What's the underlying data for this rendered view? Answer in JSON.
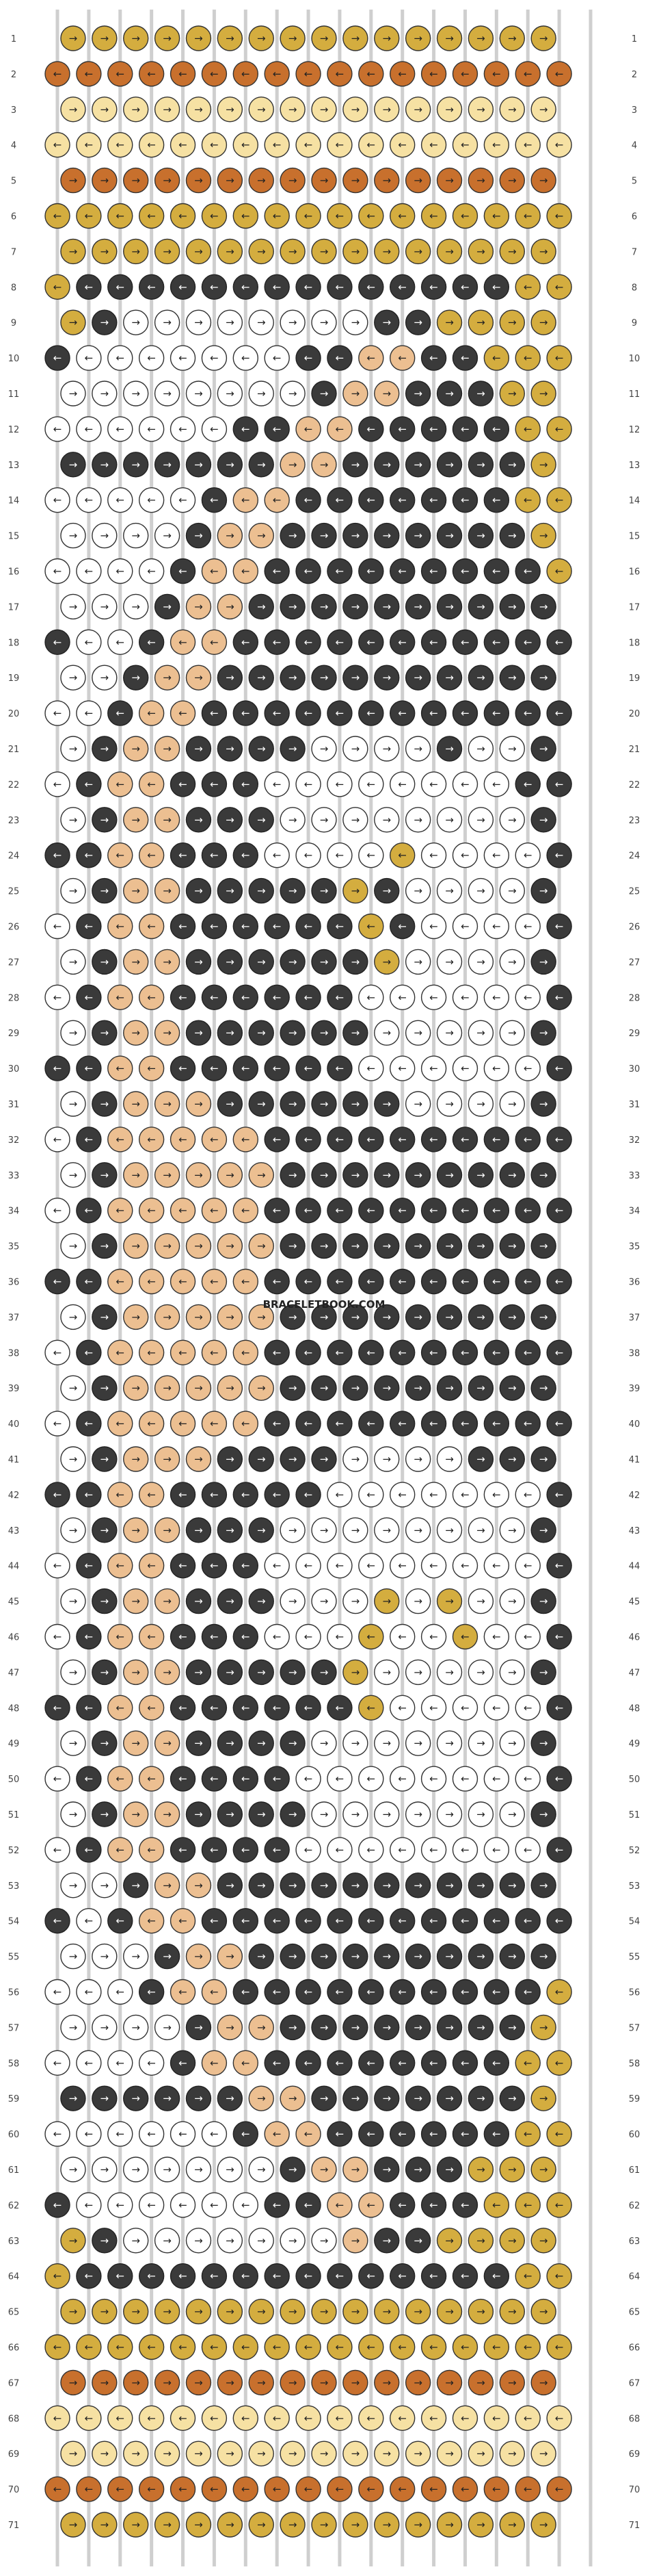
{
  "watermark": "BRACELETBOOK.COM",
  "strings": [
    {
      "color": "#ffffff"
    },
    {
      "color": "#ffffff"
    },
    {
      "color": "#ffffff"
    },
    {
      "color": "#ffffff"
    },
    {
      "color": "#ffffff"
    },
    {
      "color": "#ffffff"
    },
    {
      "color": "#ffffff"
    },
    {
      "color": "#ffffff"
    },
    {
      "color": "#ffffff"
    },
    {
      "color": "#ffffff"
    },
    {
      "color": "#ffffff"
    },
    {
      "color": "#ffffff"
    },
    {
      "color": "#ffffff"
    },
    {
      "color": "#ffffff"
    },
    {
      "color": "#ffffff"
    },
    {
      "color": "#ffffff"
    },
    {
      "color": "#ffffff"
    },
    {
      "color": "#ffffff"
    }
  ],
  "colors": {
    "gold": "#d4ad3f",
    "copper": "#c8702d",
    "cream": "#f6e1a3",
    "black": "#3a3a3a",
    "white": "#ffffff",
    "peach": "#ecbf91"
  },
  "rows": [
    {
      "label": "1",
      "knots": "GGGGGGGGGGGGGGGG",
      "dir": ">"
    },
    {
      "label": "2",
      "knots": "CCCCCCCCCCCCCCCCC",
      "dir": "<"
    },
    {
      "label": "3",
      "knots": "RRRRRRRRRRRRRRRR",
      "dir": ">"
    },
    {
      "label": "4",
      "knots": "RRRRRRRRRRRRRRRRR",
      "dir": "<"
    },
    {
      "label": "5",
      "knots": "CCCCCCCCCCCCCCCC",
      "dir": ">"
    },
    {
      "label": "6",
      "knots": "GGGGGGGGGGGGGGGGG",
      "dir": "<"
    },
    {
      "label": "7",
      "knots": "GGGGGGGGGGGGGGGG",
      "dir": ">"
    },
    {
      "label": "8",
      "knots": "GBBBBBBBBBBBBBBGG",
      "dir": "<"
    },
    {
      "label": "9",
      "knots": "GBWWWWWWWWBBGGGG",
      "dir": ">"
    },
    {
      "label": "10",
      "knots": "BWWWWWWWBBPPBBGGG",
      "dir": "<"
    },
    {
      "label": "11",
      "knots": "WWWWWWWWBPPBBBGG",
      "dir": ">"
    },
    {
      "label": "12",
      "knots": "WWWWWWBBPPBBBBBGG",
      "dir": "<"
    },
    {
      "label": "13",
      "knots": "BBBBBBBPPBBBBBBG",
      "dir": ">"
    },
    {
      "label": "14",
      "knots": "WWWWWBPPBBBBBBBGG",
      "dir": "<"
    },
    {
      "label": "15",
      "knots": "WWWWBPPBBBBBBBBG",
      "dir": ">"
    },
    {
      "label": "16",
      "knots": "WWWWBPPBBBBBBBBBG",
      "dir": "<"
    },
    {
      "label": "17",
      "knots": "WWWBPPBBBBBBBBBB",
      "dir": ">"
    },
    {
      "label": "18",
      "knots": "BWWBPPBBBBBBBBBBB",
      "dir": "<"
    },
    {
      "label": "19",
      "knots": "WWBPPBBBBBBBBBBB",
      "dir": ">"
    },
    {
      "label": "20",
      "knots": "WWBPPBBBBBBBBBBBB",
      "dir": "<"
    },
    {
      "label": "21",
      "knots": "WBPPBBBBWWWWBWWB",
      "dir": ">"
    },
    {
      "label": "22",
      "knots": "WBPPBBBWWWWWWWWBB",
      "dir": "<"
    },
    {
      "label": "23",
      "knots": "WBPPBBBWWWWWWWWB",
      "dir": ">"
    },
    {
      "label": "24",
      "knots": "BBPPBBBWWWWGWWWWB",
      "dir": "<"
    },
    {
      "label": "25",
      "knots": "WBPPBBBBBGBWWWWB",
      "dir": ">"
    },
    {
      "label": "26",
      "knots": "WBPPBBBBBBGBWWWWB",
      "dir": "<"
    },
    {
      "label": "27",
      "knots": "WBPPBBBBBBGWWWWB",
      "dir": ">"
    },
    {
      "label": "28",
      "knots": "WBPPBBBBBBWWWWWWB",
      "dir": "<"
    },
    {
      "label": "29",
      "knots": "WBPPBBBBBBWWWWWB",
      "dir": ">"
    },
    {
      "label": "30",
      "knots": "BBPPBBBBBBWWWWWWB",
      "dir": "<"
    },
    {
      "label": "31",
      "knots": "WBPPPBBBBBBWWWWB",
      "dir": ">"
    },
    {
      "label": "32",
      "knots": "WBPPPPPBBBBBBBBBB",
      "dir": "<"
    },
    {
      "label": "33",
      "knots": "WBPPPPPBBBBBBBBB",
      "dir": ">"
    },
    {
      "label": "34",
      "knots": "WBPPPPPBBBBBBBBBB",
      "dir": "<"
    },
    {
      "label": "35",
      "knots": "WBPPPPPBBBBBBBBB",
      "dir": ">"
    },
    {
      "label": "36",
      "knots": "BBPPPPPBBBBBBBBBB",
      "dir": "<"
    },
    {
      "label": "37",
      "knots": "WBPPPPPBBBBBBBBB",
      "dir": ">"
    },
    {
      "label": "38",
      "knots": "WBPPPPPBBBBBBBBBB",
      "dir": "<"
    },
    {
      "label": "39",
      "knots": "WBPPPPPBBBBBBBBB",
      "dir": ">"
    },
    {
      "label": "40",
      "knots": "WBPPPPPBBBBBBBBBB",
      "dir": "<"
    },
    {
      "label": "41",
      "knots": "WBPPPBBBBWWWWBBB",
      "dir": ">"
    },
    {
      "label": "42",
      "knots": "BBPPBBBBBWWWWWWWB",
      "dir": "<"
    },
    {
      "label": "43",
      "knots": "WBPPBBBWWWWWWWWB",
      "dir": ">"
    },
    {
      "label": "44",
      "knots": "WBPPBBBWWWWWWWWWB",
      "dir": "<"
    },
    {
      "label": "45",
      "knots": "WBPPBBBWWWGWGWWB",
      "dir": ">"
    },
    {
      "label": "46",
      "knots": "WBPPBBBWWWGWWGWWB",
      "dir": "<"
    },
    {
      "label": "47",
      "knots": "WBPPBBBBBGWWWWWB",
      "dir": ">"
    },
    {
      "label": "48",
      "knots": "BBPPBBBBBBGWWWWWB",
      "dir": "<"
    },
    {
      "label": "49",
      "knots": "WBPPBBBBWWWWWWWB",
      "dir": ">"
    },
    {
      "label": "50",
      "knots": "WBPPBBBBWWWWWWWWB",
      "dir": "<"
    },
    {
      "label": "51",
      "knots": "WBPPBBBBWWWWWWWB",
      "dir": ">"
    },
    {
      "label": "52",
      "knots": "WBPPBBBBWWWWWWWWB",
      "dir": "<"
    },
    {
      "label": "53",
      "knots": "WWBPPBBBBBBBBBBB",
      "dir": ">"
    },
    {
      "label": "54",
      "knots": "BWBPPBBBBBBBBBBBB",
      "dir": "<"
    },
    {
      "label": "55",
      "knots": "WWWBPPBBBBBBBBBB",
      "dir": ">"
    },
    {
      "label": "56",
      "knots": "WWWBPPBBBBBBBBBBG",
      "dir": "<"
    },
    {
      "label": "57",
      "knots": "WWWWBPPBBBBBBBBG",
      "dir": ">"
    },
    {
      "label": "58",
      "knots": "WWWWBPPBBBBBBBBGG",
      "dir": "<"
    },
    {
      "label": "59",
      "knots": "BBBBBBPPBBBBBBBG",
      "dir": ">"
    },
    {
      "label": "60",
      "knots": "WWWWWWBPPBBBBBBGG",
      "dir": "<"
    },
    {
      "label": "61",
      "knots": "WWWWWWWBPPBBBGGG",
      "dir": ">"
    },
    {
      "label": "62",
      "knots": "BWWWWWWBBPPBBBGGG",
      "dir": "<"
    },
    {
      "label": "63",
      "knots": "GBWWWWWWWPBBGGGG",
      "dir": ">"
    },
    {
      "label": "64",
      "knots": "GBBBBBBBBBBBBBBGG",
      "dir": "<"
    },
    {
      "label": "65",
      "knots": "GGGGGGGGGGGGGGGG",
      "dir": ">"
    },
    {
      "label": "66",
      "knots": "GGGGGGGGGGGGGGGGG",
      "dir": "<"
    },
    {
      "label": "67",
      "knots": "CCCCCCCCCCCCCCCC",
      "dir": ">"
    },
    {
      "label": "68",
      "knots": "RRRRRRRRRRRRRRRRR",
      "dir": "<"
    },
    {
      "label": "69",
      "knots": "RRRRRRRRRRRRRRRR",
      "dir": ">"
    },
    {
      "label": "70",
      "knots": "CCCCCCCCCCCCCCCCC",
      "dir": "<"
    },
    {
      "label": "71",
      "knots": "GGGGGGGGGGGGGGGG",
      "dir": ">"
    }
  ]
}
